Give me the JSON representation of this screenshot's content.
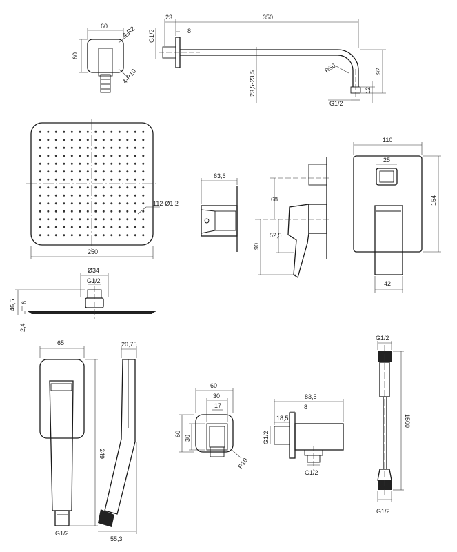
{
  "arm": {
    "w": "350",
    "d23": "23",
    "d8": "8",
    "g": "G1/2",
    "d92": "92",
    "d12": "12",
    "r50": "R50",
    "d235": "23,5-23,5",
    "gb": "G1/2"
  },
  "flange": {
    "w": "60",
    "h": "60",
    "r2": "4-R2",
    "r10": "4-R10"
  },
  "head": {
    "w": "250",
    "nozzles": "112-Ø1,2",
    "d34": "Ø34",
    "g": "G1/2",
    "h465": "46,5",
    "h6": "6",
    "h24": "2,4"
  },
  "valve_side": {
    "w": "63,6"
  },
  "valve_mid": {
    "d68": "68",
    "d525": "52,5",
    "d90": "90"
  },
  "valve_front": {
    "w": "110",
    "w25": "25",
    "h": "154",
    "w42": "42"
  },
  "hand": {
    "w": "65",
    "l": "249",
    "g": "G1/2",
    "t": "20,75",
    "b": "55,3"
  },
  "elbow_front": {
    "w60": "60",
    "w30": "30",
    "w17": "17",
    "h60": "60",
    "h30": "30",
    "r": "R10"
  },
  "elbow_side": {
    "w": "83,5",
    "d8": "8",
    "d185": "18,5",
    "g": "G1/2",
    "gb": "G1/2"
  },
  "hose": {
    "gt": "G1/2",
    "l": "1500",
    "gb": "G1/2"
  }
}
